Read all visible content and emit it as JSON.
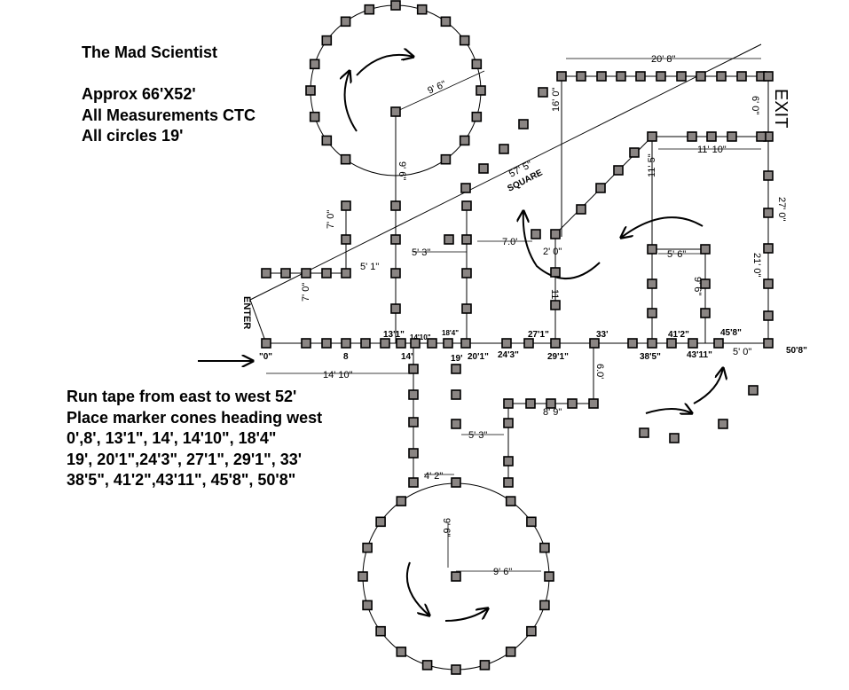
{
  "title": "The Mad Scientist",
  "info_lines": [
    "Approx 66'X52'",
    "All Measurements CTC",
    "All circles 19'"
  ],
  "instructions": [
    "Run tape from east to west 52'",
    "Place marker cones heading west",
    "0',8', 13'1\", 14', 14'10\", 18'4\"",
    "19', 20'1\",24'3\", 27'1\", 29'1\", 33'",
    "38'5\", 41'2\",43'11\", 45'8\", 50'8\""
  ],
  "enter_label": "ENTER",
  "exit_label": "EXIT",
  "square_label": "SQUARE",
  "baseline_marks": [
    "\"0\"",
    "8",
    "13'1\"",
    "14'",
    "14'10\"",
    "18'4\"",
    "19'",
    "20'1\"",
    "24'3\"",
    "27'1\"",
    "29'1\"",
    "33'",
    "38'5\"",
    "41'2\"",
    "43'11\"",
    "45'8\"",
    "50'8\""
  ],
  "dimensions": {
    "circle_top_radius": "9' 6\"",
    "circle_top_stem": "9' 6\"",
    "exit_width": "20' 8\"",
    "exit_drop": "6' 0\"",
    "exit_height": "27' 0\"",
    "inner_width": "11' 10\"",
    "right_tall": "21' 0\"",
    "inner_drop": "16' 0\"",
    "diag_drop": "11' 5\"",
    "small_box_width": "5' 6\"",
    "small_box_height": "9' 6\"",
    "diag_label": "57' 5\"",
    "left_ladder_top": "7' 0\"",
    "left_ladder_bottom": "7' 0\"",
    "left_arm": "5' 1\"",
    "gate_width": "5' 3\"",
    "offset_7": "7.0'",
    "offset_2": "2' 0\"",
    "center_drop": "11.0'",
    "baseline_offset": "14' 10\"",
    "right_end": "5' 0\"",
    "baseline_end": "50'8\"",
    "lower_drop": "6.0'",
    "lower_arm": "8' 9\"",
    "lower_gate": "5' 3\"",
    "lower_neck": "4' 2\"",
    "circle_bottom_stem": "9' 6\"",
    "circle_bottom_radius": "9' 6\""
  }
}
